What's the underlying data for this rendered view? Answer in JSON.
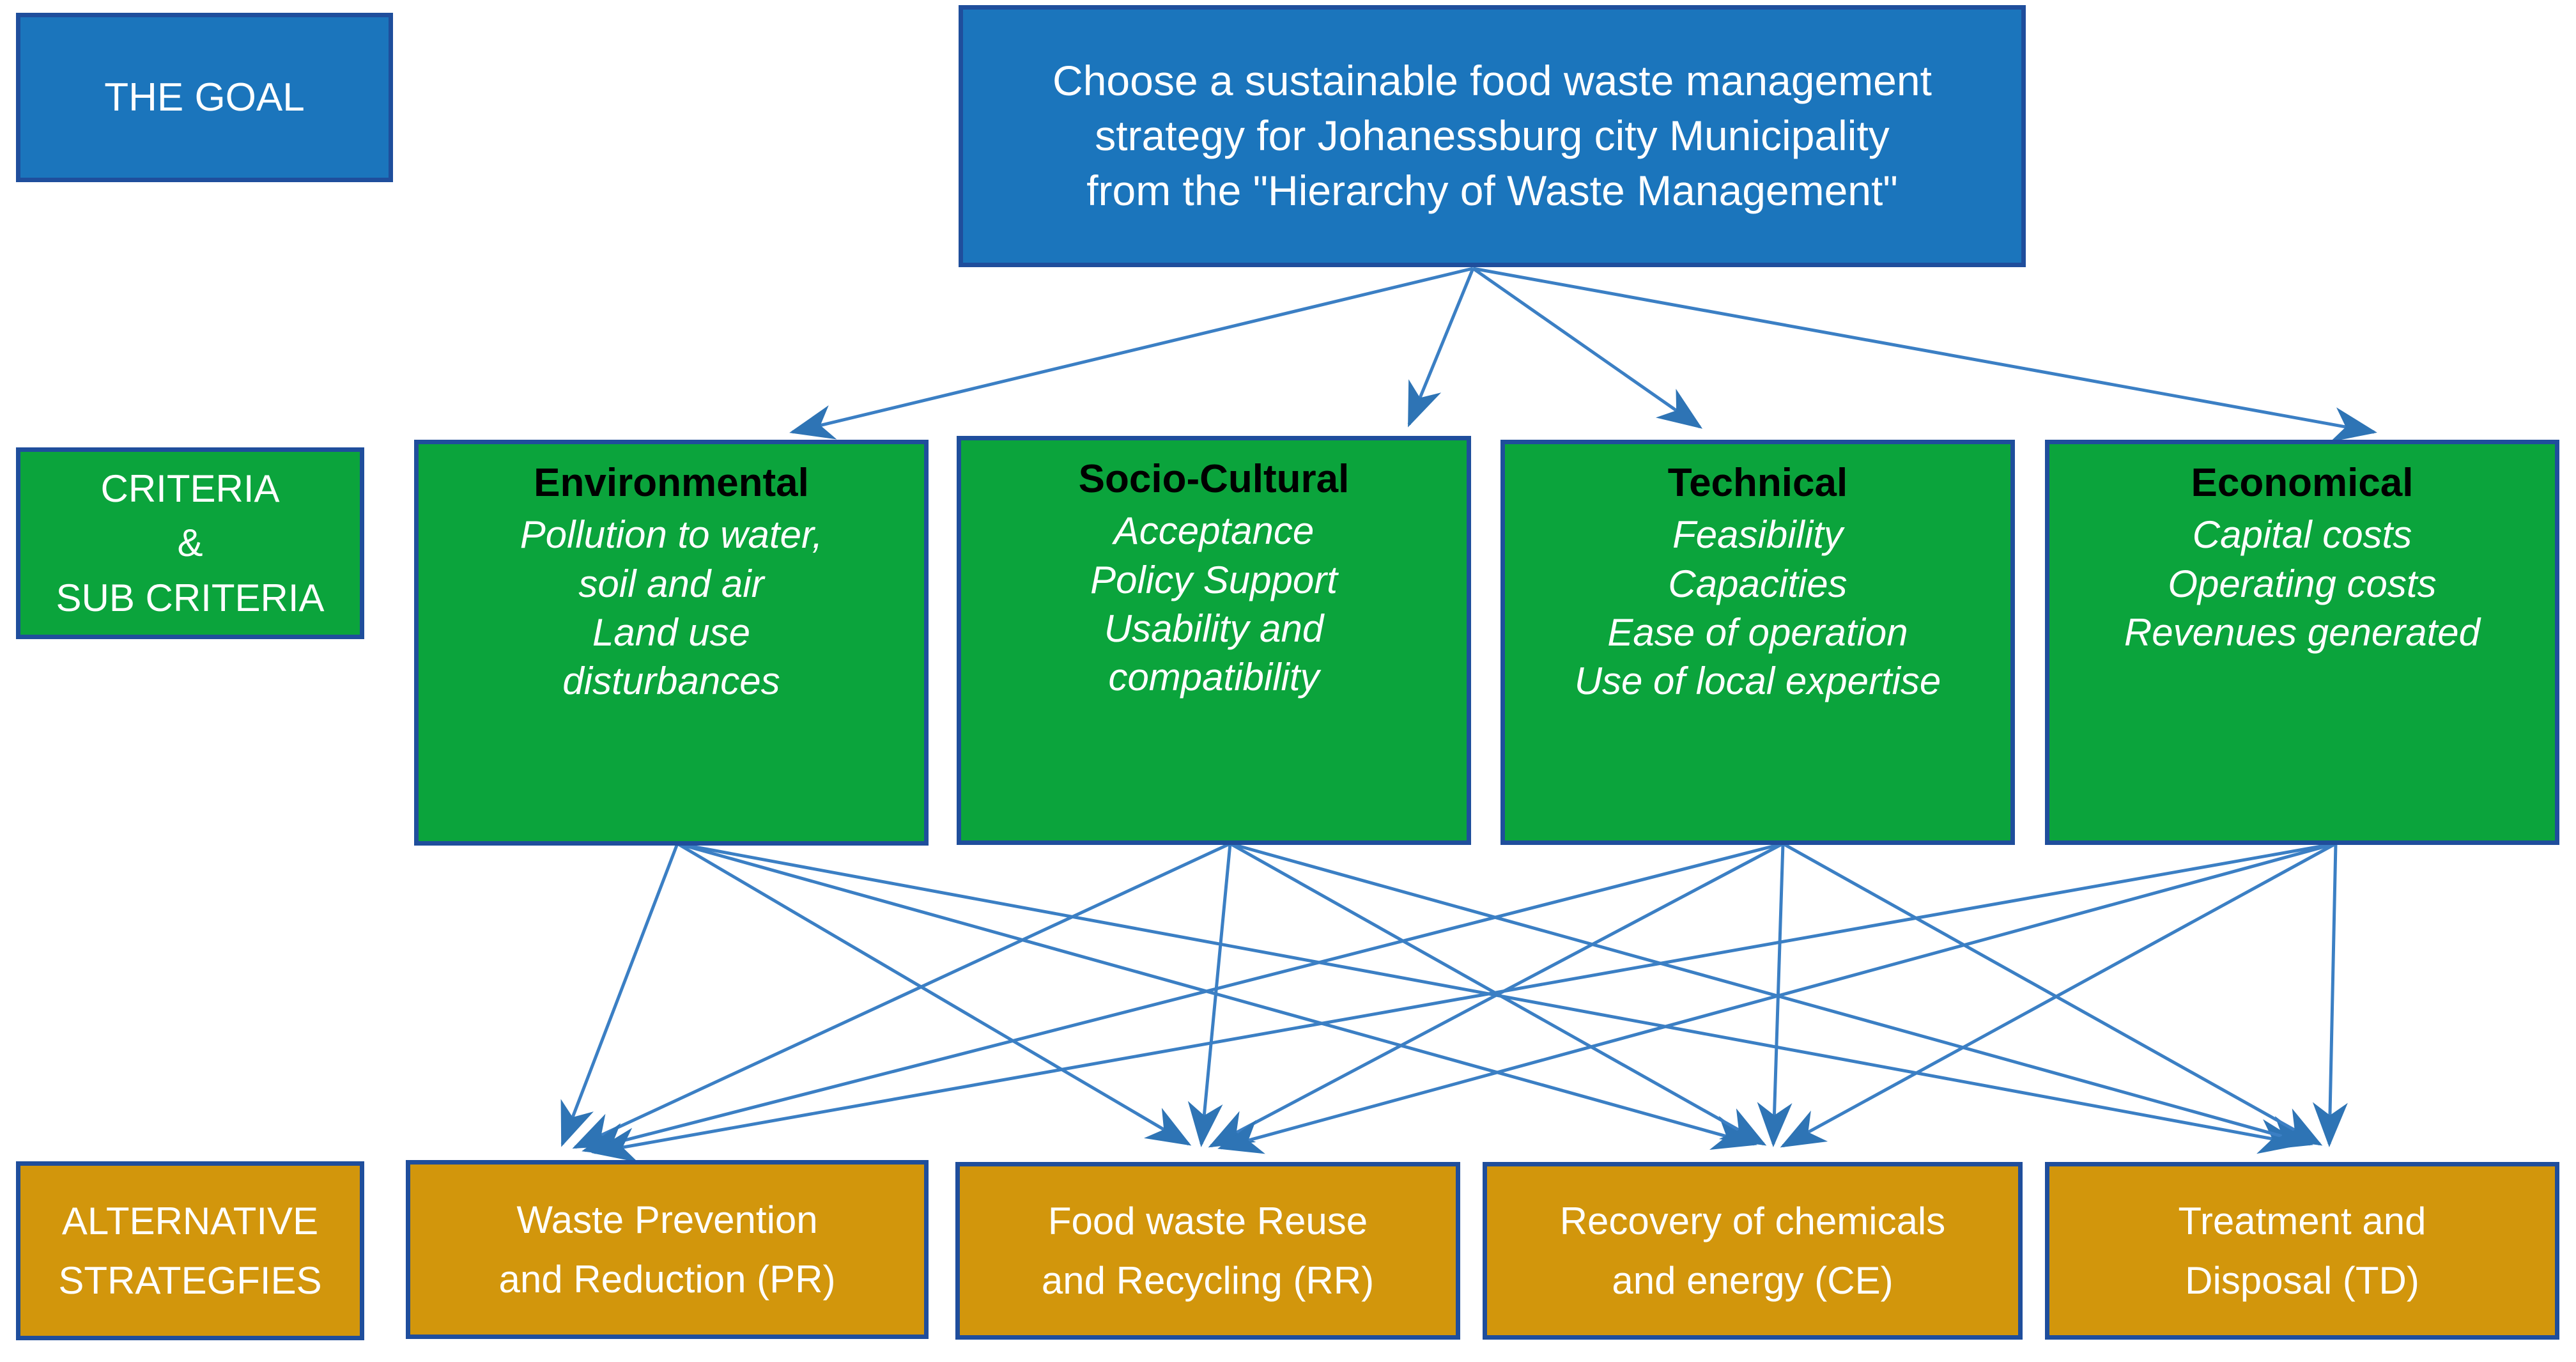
{
  "diagram": {
    "title": "AHP hierarchy for sustainable food waste management strategy selection",
    "colors": {
      "goal_fill": "#1B75BC",
      "criteria_fill": "#0BA43C",
      "alternative_fill": "#D2960C",
      "border": "#1F4E9C",
      "arrow": "#2E74B5",
      "text_white": "#FFFFFF",
      "text_black": "#000000",
      "background": "#FFFFFF"
    },
    "levels": [
      {
        "key": "goal",
        "label": "THE GOAL"
      },
      {
        "key": "criteria",
        "label": "CRITERIA\n&\nSUB CRITERIA"
      },
      {
        "key": "alternatives",
        "label": "ALTERNATIVE\nSTRATEGFIES"
      }
    ]
  },
  "level_labels": {
    "goal": "THE GOAL",
    "criteria_line1": "CRITERIA",
    "criteria_line2": "&",
    "criteria_line3": "SUB CRITERIA",
    "alternatives_line1": "ALTERNATIVE",
    "alternatives_line2": "STRATEGFIES"
  },
  "goal": {
    "line1": "Choose a sustainable food waste management",
    "line2": "strategy for Johanessburg city Municipality",
    "line3": "from the \"Hierarchy of Waste Management\""
  },
  "criteria": [
    {
      "id": "environmental",
      "name": "Environmental",
      "subcriteria_lines": [
        "Pollution to water,",
        "soil and air",
        "Land use",
        "disturbances"
      ],
      "subcriteria": [
        "Pollution to water, soil and air",
        "Land use disturbances"
      ]
    },
    {
      "id": "socio-cultural",
      "name": "Socio-Cultural",
      "subcriteria_lines": [
        "Acceptance",
        "Policy Support",
        "Usability and",
        "compatibility"
      ],
      "subcriteria": [
        "Acceptance",
        "Policy Support",
        "Usability and compatibility"
      ]
    },
    {
      "id": "technical",
      "name": "Technical",
      "subcriteria_lines": [
        "Feasibility",
        "Capacities",
        "Ease of operation",
        "Use of local expertise"
      ],
      "subcriteria": [
        "Feasibility",
        "Capacities",
        "Ease of operation",
        "Use of local expertise"
      ]
    },
    {
      "id": "economical",
      "name": "Economical",
      "subcriteria_lines": [
        "Capital costs",
        "Operating costs",
        "Revenues generated"
      ],
      "subcriteria": [
        "Capital costs",
        "Operating costs",
        "Revenues generated"
      ]
    }
  ],
  "alternatives": [
    {
      "id": "PR",
      "line1": "Waste Prevention",
      "line2": "and Reduction (PR)",
      "code": "PR"
    },
    {
      "id": "RR",
      "line1": "Food waste Reuse",
      "line2": "and Recycling (RR)",
      "code": "RR"
    },
    {
      "id": "CE",
      "line1": "Recovery of chemicals",
      "line2": "and energy (CE)",
      "code": "CE"
    },
    {
      "id": "TD",
      "line1": "Treatment and",
      "line2": "Disposal (TD)",
      "code": "TD"
    }
  ],
  "connections": {
    "goal_to_criteria": [
      "environmental",
      "socio-cultural",
      "technical",
      "economical"
    ],
    "criteria_to_alternatives": "all-to-all"
  }
}
